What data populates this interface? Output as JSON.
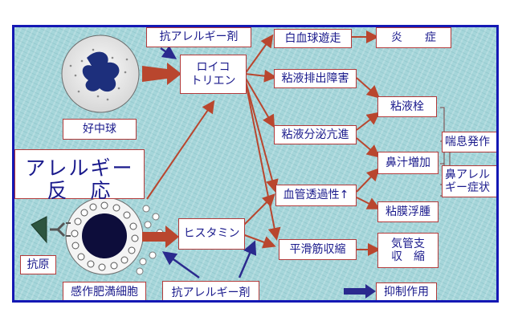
{
  "colors": {
    "frame_border": "#1418b4",
    "background": "#a6d6da",
    "box_text": "#1a1a8c",
    "box_border": "#b33a3a",
    "arrow_red": "#b9462e",
    "arrow_blue": "#2a2a8e"
  },
  "labels": {
    "antiallergy_top": "抗アレルギー剤",
    "leukotriene": "ロイコ\nトリエン",
    "neutrophil": "好中球",
    "reaction_title_line1": "アレルギー",
    "reaction_title_line2": "反　応",
    "histamine": "ヒスタミン",
    "antigen": "抗原",
    "mast_cell": "感作肥満細胞",
    "antiallergy_bottom": "抗アレルギー剤",
    "leukocyte_migration": "白血球遊走",
    "inflammation": "炎　　症",
    "mucus_drainage": "粘液排出障害",
    "mucus_plug": "粘液栓",
    "mucus_secretion": "粘液分泌亢進",
    "nasal_discharge": "鼻汁増加",
    "vascular_permeability": "血管透過性↑",
    "mucosal_edema": "粘膜浮腫",
    "smooth_muscle": "平滑筋収縮",
    "bronchial_constriction": "気管支\n収　縮",
    "asthma_attack": "喘息発作",
    "nasal_allergy": "鼻アレル\nギー症状",
    "legend_inhibition": "抑制作用"
  },
  "icons": {
    "neutrophil_cell": "neutrophil-cell-icon",
    "mast_cell": "mast-cell-icon",
    "antigen": "antigen-icon",
    "arrow_promote": "red-arrow-icon",
    "arrow_inhibit": "blue-arrow-icon"
  }
}
